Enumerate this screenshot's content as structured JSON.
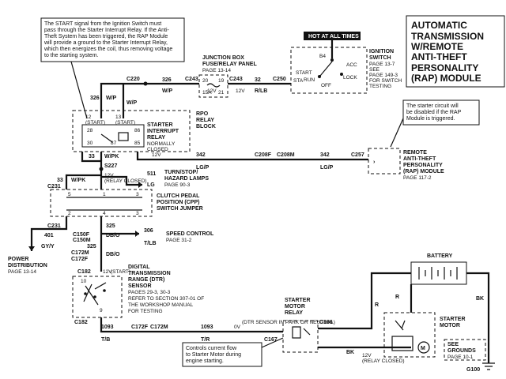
{
  "title": [
    "AUTOMATIC",
    "TRANSMISSION",
    "W/REMOTE",
    "ANTI-THEFT",
    "PERSONALITY",
    "(RAP)  MODULE"
  ],
  "notes": {
    "start_signal": [
      "The START signal from the Ignition Switch must",
      "pass through the Starter Interrupt Relay.  If the Anti-",
      "Theft System has been triggered, the RAP Module",
      "will provide a ground to the Starter Interrupt Relay,",
      "which then energizes the coil, thus removing voltage",
      "to the starting system."
    ],
    "disabled": [
      "The starter circuit will",
      "be disabled if the RAP",
      "Module is triggered."
    ],
    "relay_flow": [
      "Controls current flow",
      "to Starter Motor during",
      "engine starting."
    ]
  },
  "components": {
    "hot": "HOT AT ALL TIMES",
    "junction_box": [
      "JUNCTION BOX",
      "FUSE/RELAY PANEL",
      "PAGE 13-14"
    ],
    "ignition_switch": [
      "IGNITION",
      "SWITCH",
      "PAGE 13-7",
      "SEE",
      "PAGE 149-3",
      "FOR SWITCH",
      "TESTING"
    ],
    "ignition_positions": [
      "START",
      "RUN",
      "OFF",
      "LOCK",
      "ACC",
      "B4",
      "STA"
    ],
    "fuse": [
      "20",
      "15A",
      "21",
      "19"
    ],
    "rpo_block": [
      "RPO",
      "RELAY",
      "BLOCK"
    ],
    "starter_interrupt": [
      "STARTER",
      "INTERRUPT",
      "RELAY",
      "NORMALLY",
      "CLOSED"
    ],
    "rap_module": [
      "REMOTE",
      "ANTI-THEFT",
      "PERSONALITY",
      "(RAP)  MODULE",
      "PAGE 117-2"
    ],
    "turn_stop": [
      "TURN/STOP/",
      "HAZARD LAMPS",
      "PAGE 90-3"
    ],
    "cpp": [
      "CLUTCH PEDAL",
      "POSITION  (CPP)",
      "SWITCH JUMPER"
    ],
    "speed_control": [
      "SPEED  CONTROL",
      "PAGE 31-2"
    ],
    "power_dist": [
      "POWER",
      "DISTRIBUTION",
      "PAGE 13-14"
    ],
    "dtr": [
      "DIGITAL",
      "TRANSMISSION",
      "RANGE  (DTR)",
      "SENSOR",
      "PAGES 29-3, 30-3",
      "REFER TO SECTION 307-01 OF",
      "THE WORKSHOP MANUAL",
      "FOR TESTING"
    ],
    "starter_relay": [
      "STARTER",
      "MOTOR",
      "RELAY"
    ],
    "starter_motor": [
      "STARTER",
      "MOTOR"
    ],
    "battery": "BATTERY",
    "grounds": [
      "SEE",
      "GROUNDS",
      "PAGE 10-1"
    ]
  },
  "connectors": [
    "C220",
    "C243",
    "C243",
    "C250",
    "C231",
    "C208F",
    "C208M",
    "C257",
    "C231",
    "C150F",
    "C150M",
    "C172M",
    "C172F",
    "C182",
    "C182",
    "C172F",
    "C172M",
    "C166",
    "C167",
    "G100",
    "S227"
  ],
  "wires": {
    "circuits": [
      "326",
      "326",
      "32",
      "342",
      "342",
      "33",
      "33",
      "511",
      "325",
      "325",
      "306",
      "401",
      "1093",
      "1093"
    ],
    "colors": [
      "W/P",
      "W/P",
      "R/LB",
      "LG/P",
      "LG/P",
      "W/PK",
      "W/PK",
      "LG",
      "DB/O",
      "DB/O",
      "T/LB",
      "GY/Y",
      "T/B",
      "T/R",
      "R",
      "R",
      "BK",
      "BK"
    ],
    "pin_numbers": [
      "12",
      "13",
      "28",
      "86",
      "30",
      "85",
      "87",
      "5",
      "1",
      "3",
      "2",
      "4",
      "10",
      "9"
    ],
    "tags": [
      "(START)",
      "(START)",
      "(START)",
      "(START)",
      "(RELAY CLOSED)",
      "(START)",
      "(RELAY CLOSED)",
      "(DTR SENSOR IN PARK OR NEUTRAL)"
    ],
    "volt_marks": [
      "12V",
      "12V",
      "12V",
      "12V",
      "12V",
      "0V"
    ]
  }
}
